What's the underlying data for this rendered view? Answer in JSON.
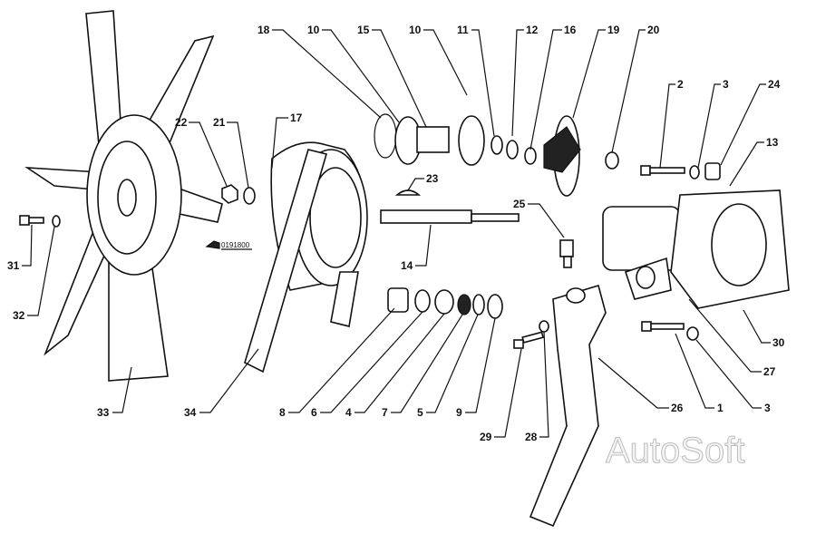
{
  "diagram": {
    "watermark": "AutoSoft",
    "reference_code": "0191800",
    "callouts": {
      "c18": "18",
      "c10a": "10",
      "c15": "15",
      "c10b": "10",
      "c11": "11",
      "c12": "12",
      "c16": "16",
      "c19": "19",
      "c20": "20",
      "c2": "2",
      "c3a": "3",
      "c24": "24",
      "c13": "13",
      "c22": "22",
      "c21": "21",
      "c17": "17",
      "c23": "23",
      "c25": "25",
      "c14": "14",
      "c31": "31",
      "c32": "32",
      "c33": "33",
      "c34": "34",
      "c8": "8",
      "c6": "6",
      "c4": "4",
      "c7": "7",
      "c5": "5",
      "c9": "9",
      "c29": "29",
      "c28": "28",
      "c26": "26",
      "c1": "1",
      "c3b": "3",
      "c30": "30",
      "c27": "27"
    }
  }
}
